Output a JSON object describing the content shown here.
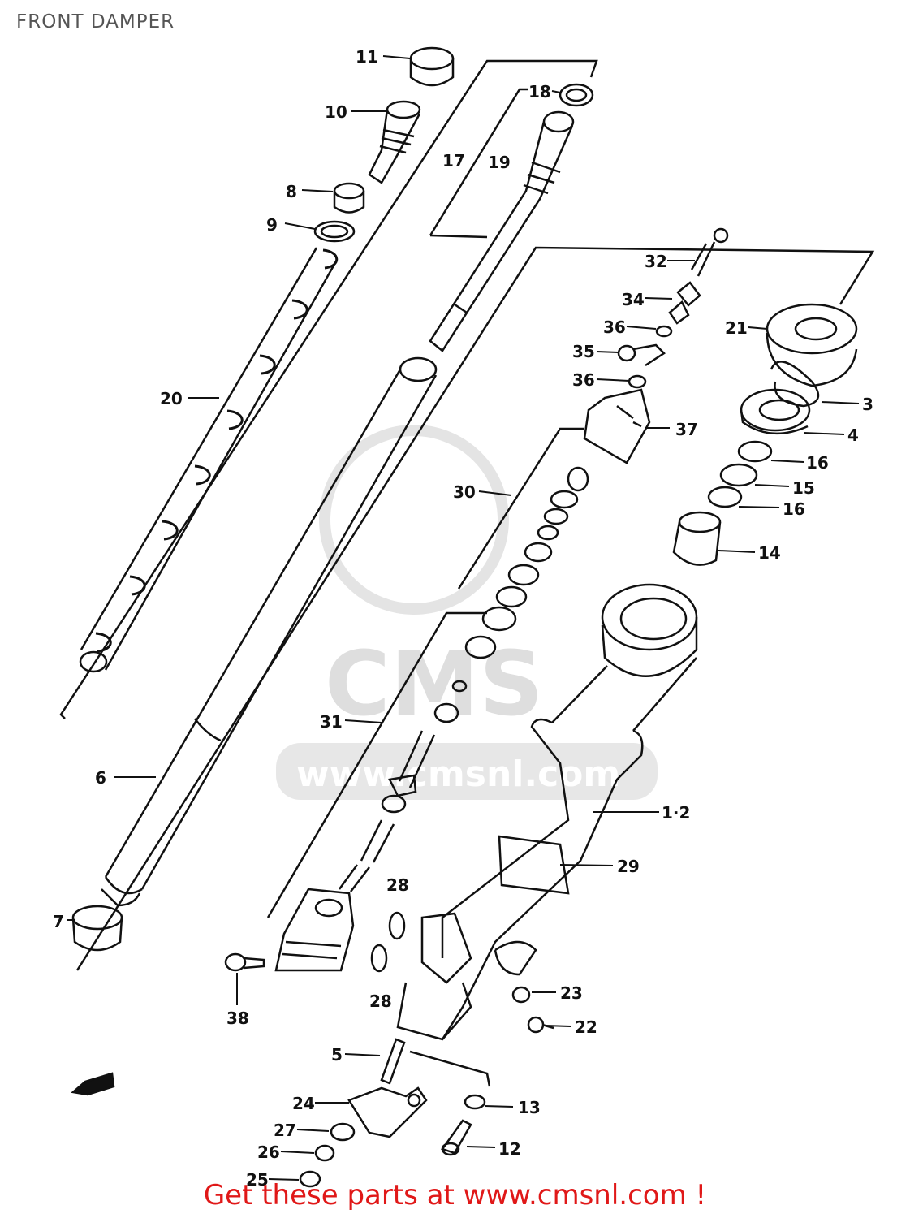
{
  "page_title": "FRONT DAMPER",
  "footer_text": "Get these parts at www.cmsnl.com !",
  "watermark": {
    "brand": "CMS",
    "url": "www.cmsnl.com"
  },
  "colors": {
    "line": "#111111",
    "footer": "#e01818",
    "title": "#555555",
    "watermark": "#d6d6d6"
  },
  "callouts": {
    "c11": "11",
    "c10": "10",
    "c8": "8",
    "c9": "9",
    "c20": "20",
    "c6": "6",
    "c7": "7",
    "c18": "18",
    "c17": "17",
    "c19": "19",
    "c32": "32",
    "c34": "34",
    "c36a": "36",
    "c35": "35",
    "c36b": "36",
    "c37": "37",
    "c30": "30",
    "c31": "31",
    "c21": "21",
    "c3": "3",
    "c4": "4",
    "c16a": "16",
    "c15": "15",
    "c16b": "16",
    "c14": "14",
    "c12a": "1·2",
    "c29": "29",
    "c28a": "28",
    "c28b": "28",
    "c38": "38",
    "c23": "23",
    "c22": "22",
    "c5": "5",
    "c13": "13",
    "c24": "24",
    "c27": "27",
    "c26": "26",
    "c12": "12",
    "c25": "25"
  }
}
